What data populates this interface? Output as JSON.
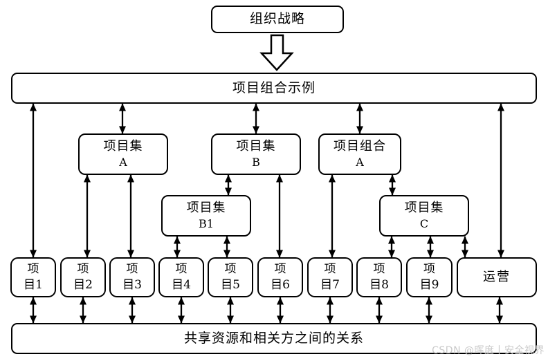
{
  "diagram": {
    "strategy": "组织战略",
    "portfolio_bar": "项目组合示例",
    "program_a": {
      "line1": "项目集",
      "line2": "A"
    },
    "program_b": {
      "line1": "项目集",
      "line2": "B"
    },
    "portfolio_a": {
      "line1": "项目组合",
      "line2": "A"
    },
    "program_b1": {
      "line1": "项目集",
      "line2": "B1"
    },
    "program_c": {
      "line1": "项目集",
      "line2": "C"
    },
    "projects": [
      {
        "line1": "项",
        "line2": "目1"
      },
      {
        "line1": "项",
        "line2": "目2"
      },
      {
        "line1": "项",
        "line2": "目3"
      },
      {
        "line1": "项",
        "line2": "目4"
      },
      {
        "line1": "项",
        "line2": "目5"
      },
      {
        "line1": "项",
        "line2": "目6"
      },
      {
        "line1": "项",
        "line2": "目7"
      },
      {
        "line1": "项",
        "line2": "目8"
      },
      {
        "line1": "项",
        "line2": "目9"
      }
    ],
    "operations": "运营",
    "bottom_bar": "共享资源和相关方之间的关系",
    "watermark": "CSDN @晖度丨安全视界",
    "colors": {
      "stroke": "#000000",
      "background": "#ffffff",
      "watermark": "#c9c9c9"
    }
  }
}
